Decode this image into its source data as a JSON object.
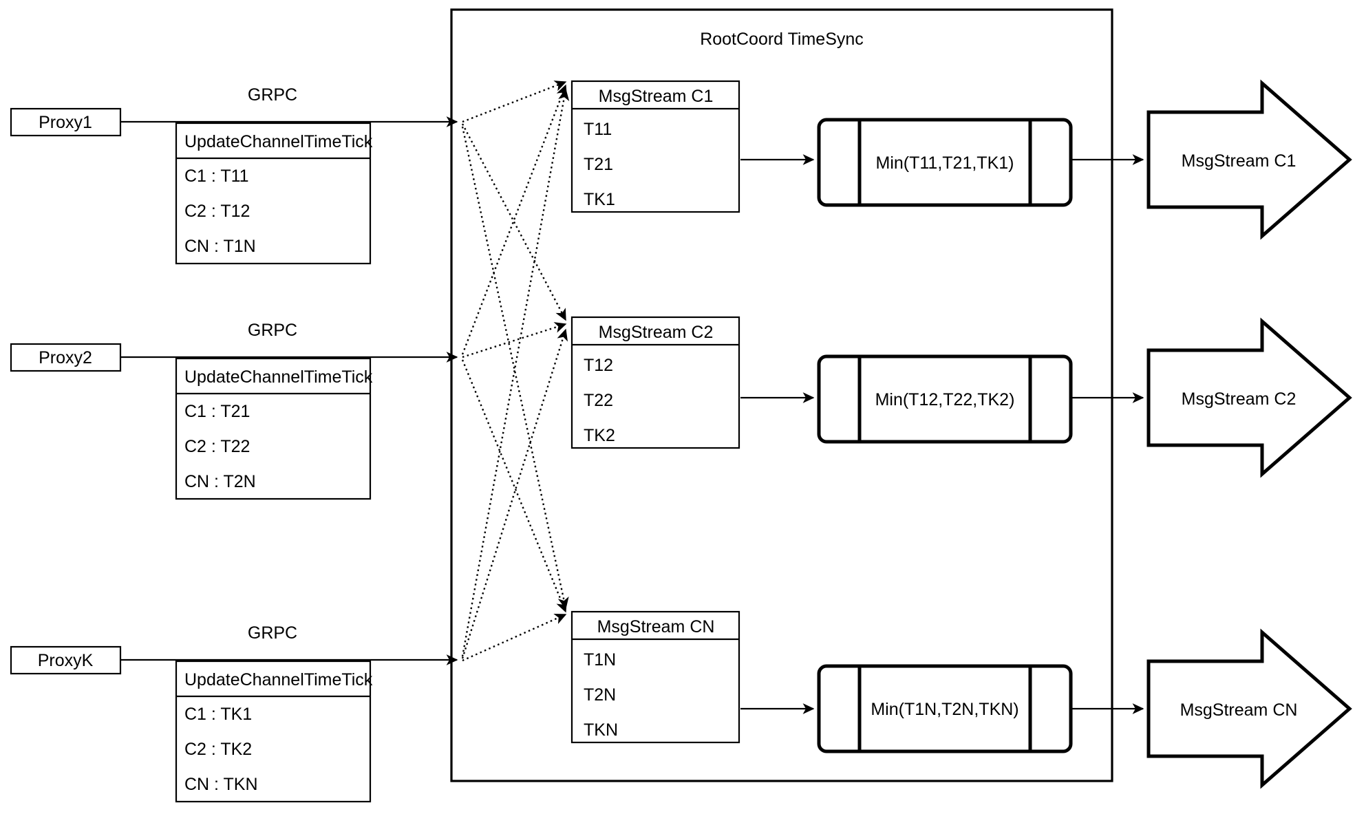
{
  "diagram": {
    "title": "RootCoord TimeSync",
    "container_label": "RootCoord TimeSync",
    "colors": {
      "stroke": "#000000",
      "fill": "#ffffff",
      "background": "#ffffff"
    }
  },
  "proxies": [
    {
      "name": "Proxy1",
      "link_label": "GRPC",
      "table": {
        "header": "UpdateChannelTimeTick",
        "rows": [
          "C1 :  T11",
          "C2 :  T12",
          "CN : T1N"
        ]
      }
    },
    {
      "name": "Proxy2",
      "link_label": "GRPC",
      "table": {
        "header": "UpdateChannelTimeTick",
        "rows": [
          "C1 :  T21",
          "C2 :  T22",
          "CN : T2N"
        ]
      }
    },
    {
      "name": "ProxyK",
      "link_label": "GRPC",
      "table": {
        "header": "UpdateChannelTimeTick",
        "rows": [
          "C1 :  TK1",
          "C2 :  TK2",
          "CN : TKN"
        ]
      }
    }
  ],
  "channels": [
    {
      "msgstream": {
        "header": "MsgStream C1",
        "rows": [
          "T11",
          "T21",
          "TK1"
        ]
      },
      "min_box": "Min(T11,T21,TK1)",
      "output": "MsgStream C1"
    },
    {
      "msgstream": {
        "header": "MsgStream C2",
        "rows": [
          "T12",
          "T22",
          "TK2"
        ]
      },
      "min_box": "Min(T12,T22,TK2)",
      "output": "MsgStream C2"
    },
    {
      "msgstream": {
        "header": "MsgStream CN",
        "rows": [
          "T1N",
          "T2N",
          "TKN"
        ]
      },
      "min_box": "Min(T1N,T2N,TKN)",
      "output": "MsgStream CN"
    }
  ]
}
